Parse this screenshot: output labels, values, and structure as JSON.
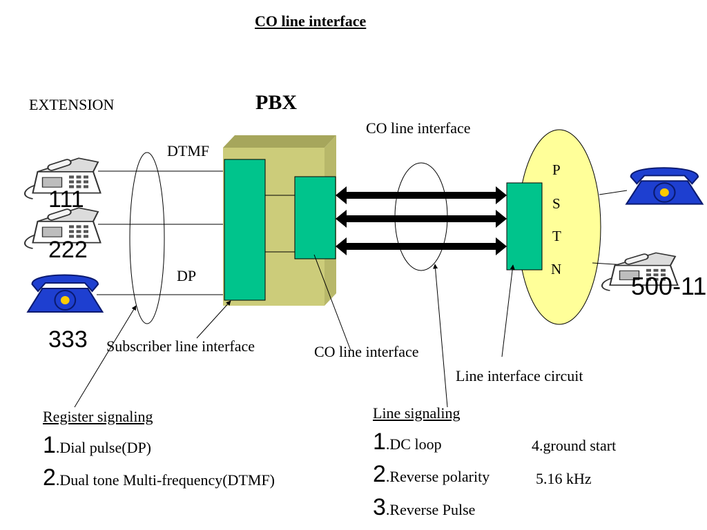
{
  "title": "CO line interface",
  "labels": {
    "extension": "EXTENSION",
    "pbx": "PBX",
    "dtmf": "DTMF",
    "dp": "DP",
    "co_line_interface_top": "CO line interface",
    "co_line_interface_bottom": "CO line interface",
    "subscriber_line_interface": "Subscriber line interface",
    "line_interface_circuit": "Line interface circuit",
    "pstn": [
      "P",
      "S",
      "T",
      "N"
    ]
  },
  "extensions": [
    "111",
    "222",
    "333"
  ],
  "remote_number": "500-11",
  "register_signaling": {
    "heading": "Register signaling",
    "items": [
      {
        "num": "1",
        "text": ".Dial pulse(DP)"
      },
      {
        "num": "2",
        "text": ".Dual tone Multi-frequency(DTMF)"
      }
    ]
  },
  "line_signaling": {
    "heading": "Line signaling",
    "items": [
      {
        "num": "1",
        "text": ".DC loop"
      },
      {
        "num": "2",
        "text": ".Reverse polarity"
      },
      {
        "num": "3",
        "text": ".Reverse Pulse"
      }
    ],
    "extra": [
      "4.ground start",
      "5.16 kHz"
    ]
  },
  "colors": {
    "module_green": "#00c48c",
    "pbx_box": "#cccc7a",
    "pstn_fill": "#ffff99",
    "phone_blue": "#1e3fd0",
    "phone_yellow": "#ffcc00"
  },
  "icons": [
    "desk-phone-icon",
    "blue-telephone-icon"
  ]
}
